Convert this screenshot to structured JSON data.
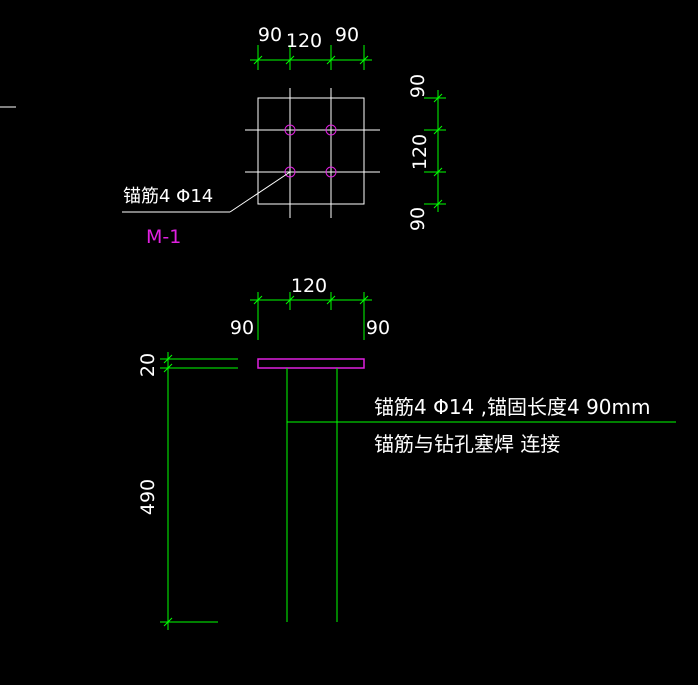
{
  "colors": {
    "background": "#000000",
    "dimension": "#00ff00",
    "outline": "#ffffff",
    "plate": "#e020e0"
  },
  "plan": {
    "dims_top": [
      "90",
      "120",
      "90"
    ],
    "dims_right": [
      "90",
      "120",
      "90"
    ],
    "rebar_label": "锚筋4 Φ14",
    "plate_id": "M-1"
  },
  "section": {
    "dim_top_center": "120",
    "dim_top_left": "90",
    "dim_top_right": "90",
    "dim_plate_thickness": "20",
    "dim_anchor_length": "490",
    "note_line1": "锚筋4 Φ14 ,锚固长度4 90mm",
    "note_line2": "锚筋与钻孔塞焊  连接"
  }
}
